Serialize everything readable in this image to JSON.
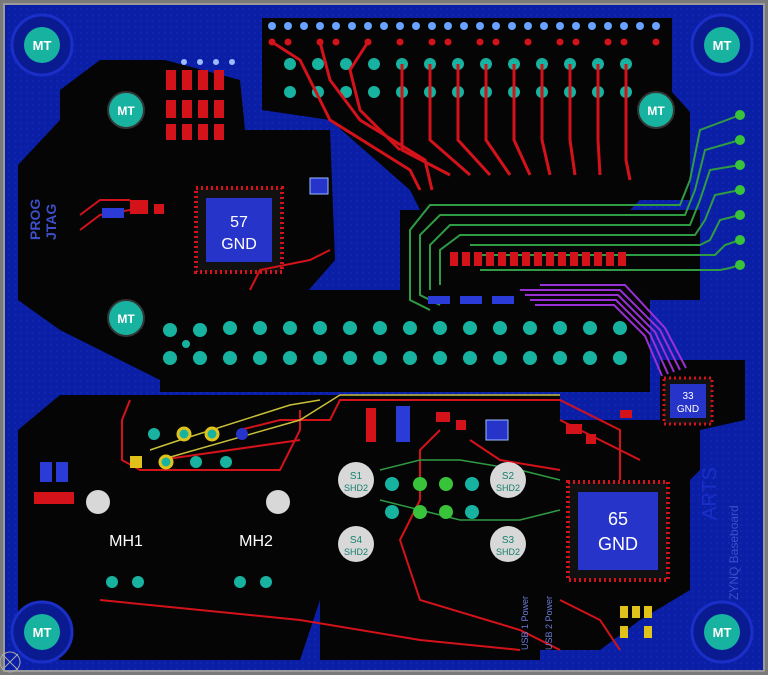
{
  "board": {
    "colors": {
      "outer": "#7a7a7a",
      "copper_fill": "#0b1fa6",
      "keepout": "#050505",
      "trace_red": "#d4121a",
      "trace_green": "#2f9b43",
      "trace_purple": "#9b2fd6",
      "trace_yellow": "#c8c03a",
      "pad_teal": "#17b3a0",
      "pad_gold": "#e0c21a",
      "silk": "#dcdcdc"
    },
    "labels": {
      "mt": "MT",
      "ic1_num": "57",
      "ic1_gnd": "GND",
      "ic2_num": "33",
      "ic2_gnd": "GND",
      "ic3_num": "65",
      "ic3_gnd": "GND",
      "mh1": "MH1",
      "mh2": "MH2",
      "s1": "S1",
      "s2": "S2",
      "s3": "S3",
      "s4": "S4",
      "shd": "SHD2",
      "prog": "PROG",
      "jtag": "JTAG",
      "usb1": "USB 1 Power",
      "usb2": "USB 2 Power",
      "zynq": "ZYNQ Baseboard",
      "arts": "ARTS"
    }
  }
}
